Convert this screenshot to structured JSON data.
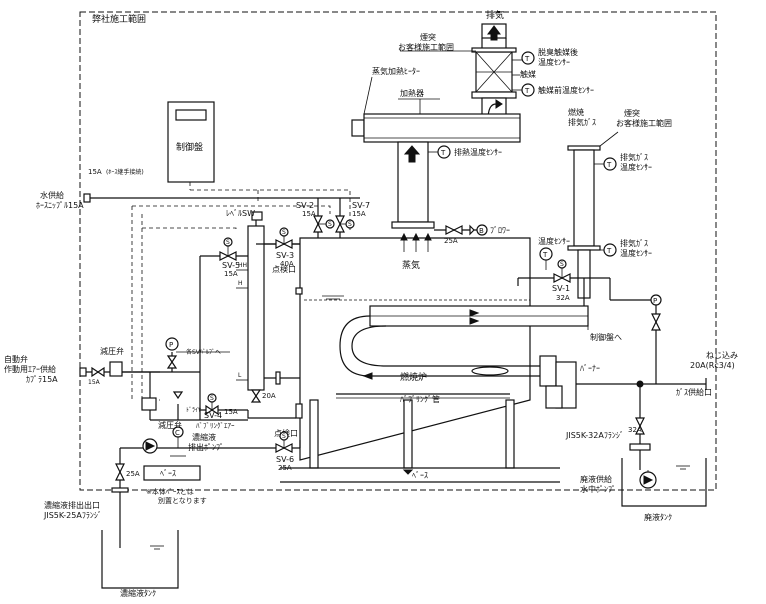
{
  "boundary_label": "弊社施工範囲",
  "top": {
    "chimney_customer": "煙突\nお客様施工範囲",
    "exhaust": "排気",
    "deodorize_sensor": "脱臭触媒後\n温度ｾﾝｻｰ",
    "catalyst": "触媒",
    "pre_catalyst_sensor": "触媒前温度ｾﾝｻｰ",
    "steam_heater": "蒸気加熱ﾋｰﾀｰ",
    "heater": "加熱器",
    "exhaust_heat_sensor": "排熱温度ｾﾝｻｰ",
    "steam": "蒸気",
    "blower": "ﾌﾞﾛﾜｰ",
    "blower_size": "25A"
  },
  "right": {
    "combustion_exhaust": "燃焼\n排気ｶﾞｽ",
    "chimney_customer": "煙突\nお客様施工範囲",
    "exhaust_gas_sensor_1": "排気ｶﾞｽ\n温度ｾﾝｻｰ",
    "exhaust_gas_sensor_2": "排気ｶﾞｽ\n温度ｾﾝｻｰ",
    "temp_sensor": "温度ｾﾝｻｰ",
    "sv1": "SV-1",
    "sv1_size": "32A",
    "to_panel": "制御盤へ",
    "burner": "ﾊﾞｰﾅｰ",
    "screw_in": "ねじ込み\n20A(Rc3/4)",
    "gas_inlet": "ｶﾞｽ供給口",
    "jis32": "JIS5K-32Aﾌﾗﾝｼﾞ",
    "size32": "32A",
    "waste_pump": "廃液供給\n水中ﾎﾟﾝﾌﾟ",
    "waste_tank": "廃液ﾀﾝｸ"
  },
  "left": {
    "control_panel": "制御盤",
    "size15": "15A",
    "hose_note": "(ﾎｰｽ継手接続)",
    "water_supply": "水供給\nﾎｰｽﾆｯﾌﾟﾙ15A",
    "auto_valve": "自動弁\n作動用ｴｱｰ供給\nｶﾌﾟﾗ15A",
    "reducing_valve": "減圧弁",
    "reducing_valve2": "減圧弁",
    "to_sv": "各SVﾊﾞﾙﾌﾞへ",
    "level_sw": "ﾚﾍﾞﾙSW",
    "sv5": "SV-5",
    "sv5_size": "15A",
    "sv3": "SV-3",
    "sv3_size": "40A",
    "sv2": "SV-2",
    "sv2_size": "15A",
    "sv7": "SV-7",
    "sv7_size": "15A",
    "inspection1": "点検口",
    "inspection2": "点検口",
    "hh": "HH",
    "h": "H",
    "l": "L",
    "size20": "20A",
    "sv4": "SV-4",
    "sv4_size": "15A",
    "bubbling_air": "ﾊﾞﾌﾞﾘﾝｸﾞｴｱｰ",
    "dryer": "ﾄﾞﾗｲﾔｰ",
    "concentrate_pump": "濃縮液\n排出ﾎﾟﾝﾌﾟ",
    "sv6": "SV-6",
    "sv6_size": "25A",
    "base_box": "ﾍﾞｰｽ",
    "base_note": "※本体ﾍﾞｰｽとは\n別置となります",
    "size25": "25A",
    "outlet": "濃縮液排出出口\nJIS5K-25Aﾌﾗﾝｼﾞ",
    "conc_tank": "濃縮液ﾀﾝｸ"
  },
  "body": {
    "furnace": "燃焼炉",
    "bubbling_pipe": "ﾊﾞﾌﾞﾘﾝｸﾞ管",
    "base": "ﾍﾞｰｽ"
  },
  "symbols": {
    "t": "T",
    "p": "P",
    "s": "S",
    "c": "C",
    "b": "B"
  }
}
